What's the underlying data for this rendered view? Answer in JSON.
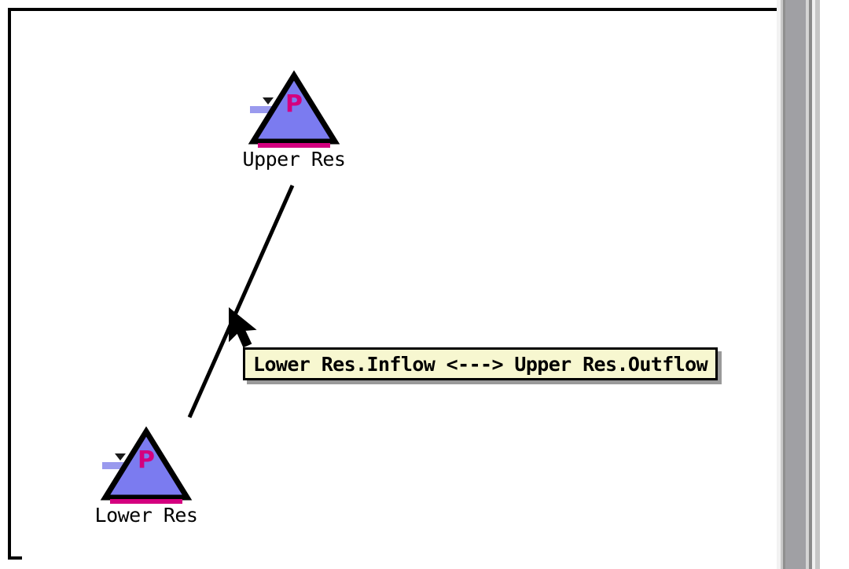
{
  "window": {
    "background_color": "#ffffff",
    "frame_color": "#000000"
  },
  "scrollbar": {
    "orientation": "vertical",
    "track_color": "#a0a0a4",
    "highlight_color": "#f0f0f0",
    "shadow_color": "#8a8a8a"
  },
  "diagram": {
    "type": "network",
    "node_fill_color": "#7b7bf0",
    "node_outline_color": "#000000",
    "node_base_color": "#d4007f",
    "water_level_color": "#9a9aee",
    "nodes": [
      {
        "id": "upper-res",
        "label": "Upper Res",
        "symbol": "P",
        "icon": "reservoir-triangle-icon"
      },
      {
        "id": "lower-res",
        "label": "Lower Res",
        "symbol": "P",
        "icon": "reservoir-triangle-icon"
      }
    ],
    "link": {
      "id": "link-lower-upper",
      "from": "Lower Res",
      "to": "Upper Res",
      "color": "#000000"
    }
  },
  "tooltip": {
    "text": "Lower Res.Inflow <---> Upper Res.Outflow",
    "background_color": "#f7f7d0",
    "border_color": "#000000"
  },
  "cursor": {
    "icon": "arrow-pointer-icon",
    "color": "#000000"
  }
}
